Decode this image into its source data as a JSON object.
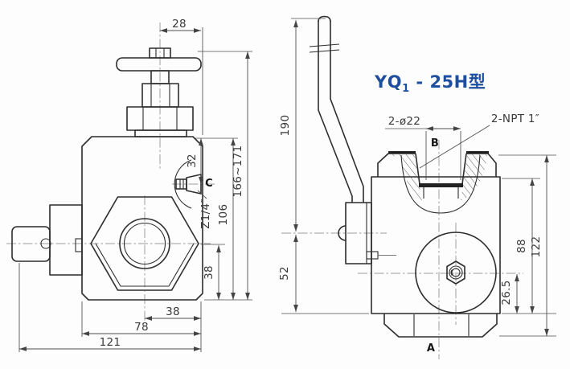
{
  "drawing": {
    "background": "#fdfdfd",
    "line_color": "#2d2d2d",
    "accent_color": "#1e4f9e"
  },
  "title": {
    "prefix": "YQ",
    "sub": "1",
    "suffix": " - 25H型"
  },
  "left_view": {
    "dims": {
      "handwheel_offset": "28",
      "c_port_depth": "32",
      "body_height": "106",
      "overall_height": "166~171",
      "port_center_height": "38",
      "port_offset": "38",
      "body_width": "78",
      "overall_width": "121"
    },
    "labels": {
      "c_port": "C",
      "c_port_thread": "Z1/4″"
    }
  },
  "right_view": {
    "dims": {
      "lever_height": "190",
      "lever_axis_height": "52",
      "body_height": "88",
      "overall_height": "122",
      "boss_offset": "26.5"
    },
    "annotations": {
      "port_bore": "2-ø22",
      "port_thread": "2-NPT 1″"
    },
    "labels": {
      "top_port": "B",
      "bottom_port": "A"
    }
  }
}
